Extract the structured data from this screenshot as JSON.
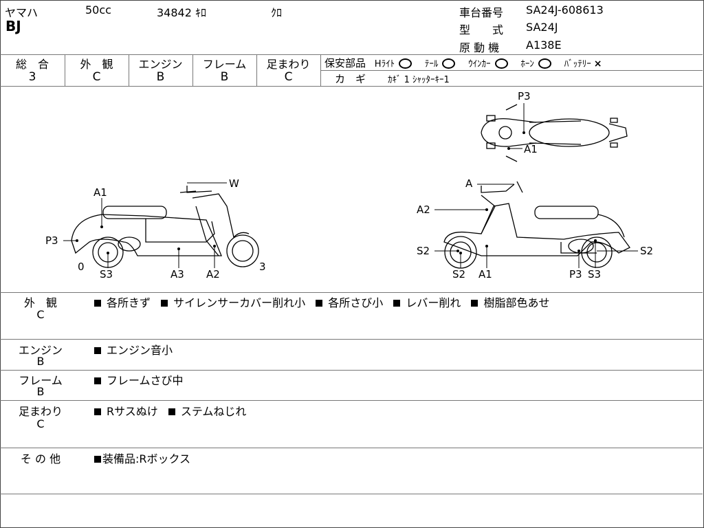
{
  "header": {
    "maker": "ヤマハ",
    "displacement": "50cc",
    "mileage": "34842",
    "mileage_unit": "ｷﾛ",
    "color": "ｸﾛ",
    "model_name": "BJ",
    "frame_no_label": "車台番号",
    "frame_no": "SA24J-608613",
    "type_label": "型　　式",
    "type": "SA24J",
    "engine_label": "原 動 機",
    "engine_model": "A138E"
  },
  "ratings": [
    {
      "label": "総　合",
      "value": "3"
    },
    {
      "label": "外　観",
      "value": "C"
    },
    {
      "label": "エンジン",
      "value": "B"
    },
    {
      "label": "フレーム",
      "value": "B"
    },
    {
      "label": "足まわり",
      "value": "C"
    }
  ],
  "safety": {
    "label": "保安部品",
    "items": [
      {
        "name": "Hﾗｲﾄ",
        "mark": "ok"
      },
      {
        "name": "ﾃｰﾙ",
        "mark": "ok"
      },
      {
        "name": "ｳｲﾝｶｰ",
        "mark": "ok"
      },
      {
        "name": "ﾎｰﾝ",
        "mark": "ok"
      },
      {
        "name": "ﾊﾞｯﾃﾘｰ",
        "mark": "ng"
      }
    ],
    "ng_symbol": "×",
    "key_label": "カ　ギ",
    "key_detail": "ｶｷﾞ 1 ｼｬｯﾀｰｷｰ1"
  },
  "diagram_labels": {
    "left_view": [
      "A1",
      "W",
      "P3",
      "0",
      "S3",
      "A3",
      "A2",
      "3"
    ],
    "top_view": [
      "P3",
      "A1"
    ],
    "right_view": [
      "A",
      "A2",
      "S2",
      "S2",
      "A1",
      "P3",
      "S3",
      "S2"
    ]
  },
  "details": [
    {
      "category": "外　観",
      "grade": "C",
      "items": [
        "各所きず",
        "サイレンサーカバー削れ小",
        "各所さび小",
        "レバー削れ",
        "樹脂部色あせ"
      ]
    },
    {
      "category": "エンジン",
      "grade": "B",
      "items": [
        "エンジン音小"
      ]
    },
    {
      "category": "フレーム",
      "grade": "B",
      "items": [
        "フレームさび中"
      ]
    },
    {
      "category": "足まわり",
      "grade": "C",
      "items": [
        "Rサスぬけ",
        "ステムねじれ"
      ]
    },
    {
      "category": "そ の 他",
      "grade": "",
      "items": [
        "装備品:Rボックス"
      ]
    }
  ]
}
